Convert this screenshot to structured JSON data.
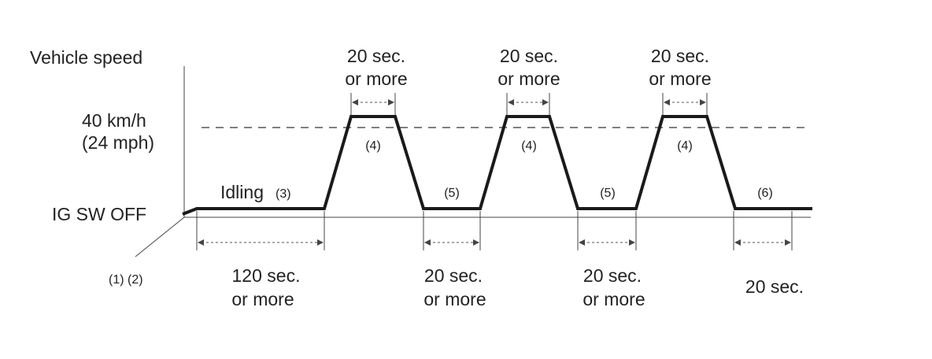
{
  "diagram": {
    "axis_label": "Vehicle speed",
    "speed_label_line1": "40 km/h",
    "speed_label_line2": "(24 mph)",
    "baseline_label": "IG SW OFF",
    "origin_label": "(1) (2)",
    "idling_label": "Idling",
    "idling_step": "(3)",
    "step_4a": "(4)",
    "step_4b": "(4)",
    "step_4c": "(4)",
    "step_5a": "(5)",
    "step_5b": "(5)",
    "step_6": "(6)",
    "top_dur_1_line1": "20 sec.",
    "top_dur_1_line2": "or more",
    "top_dur_2_line1": "20 sec.",
    "top_dur_2_line2": "or more",
    "top_dur_3_line1": "20 sec.",
    "top_dur_3_line2": "or more",
    "bot_dur_1_line1": "120 sec.",
    "bot_dur_1_line2": "or more",
    "bot_dur_2_line1": "20 sec.",
    "bot_dur_2_line2": "or more",
    "bot_dur_3_line1": "20 sec.",
    "bot_dur_3_line2": "or more",
    "bot_dur_4": "20 sec."
  }
}
